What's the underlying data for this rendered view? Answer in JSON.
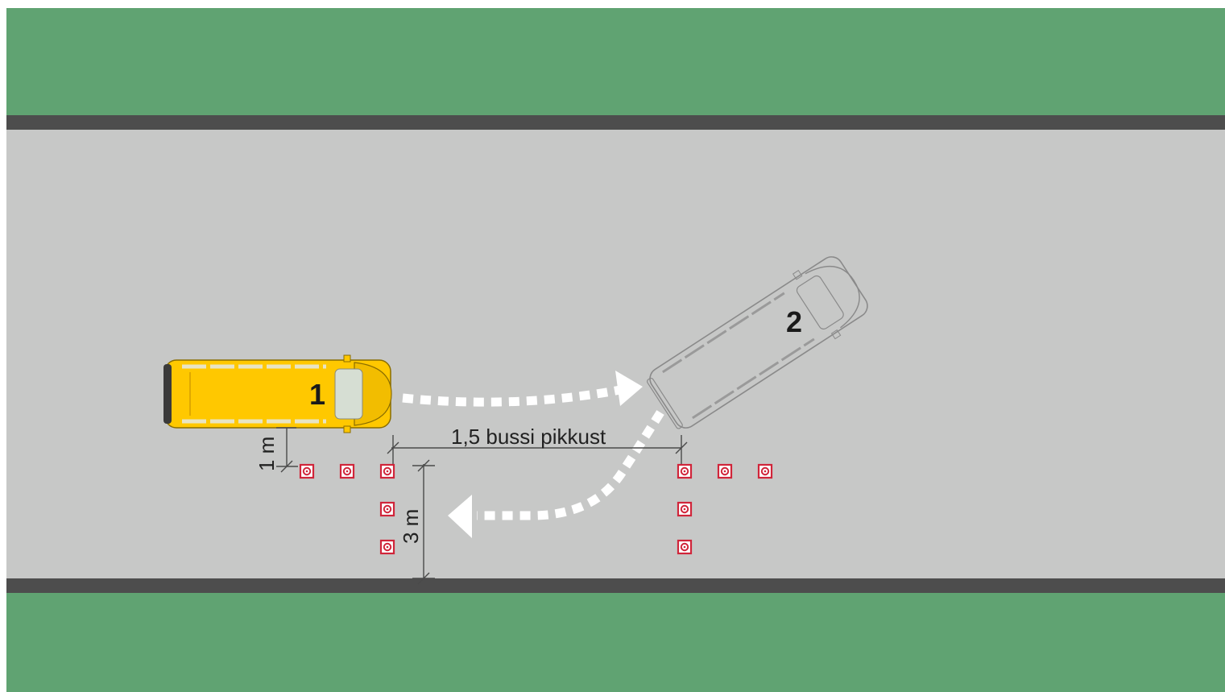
{
  "labels": {
    "vehicle_1": "1",
    "vehicle_2": "2",
    "dim_length": "1,5 bussi pikkust",
    "dim_1m": "1 m",
    "dim_3m": "3 m"
  },
  "colors": {
    "grass": "#60a372",
    "curb": "#4d4d4d",
    "road": "#c7c8c7",
    "bus_body": "#ffc800",
    "marker": "#d0253a",
    "arrow": "#ffffff"
  },
  "icons": {
    "bus_1": "school-bus-top-view",
    "bus_2": "bus-outline-top-view",
    "cone": "cone-marker",
    "arrow": "dashed-arrow"
  }
}
